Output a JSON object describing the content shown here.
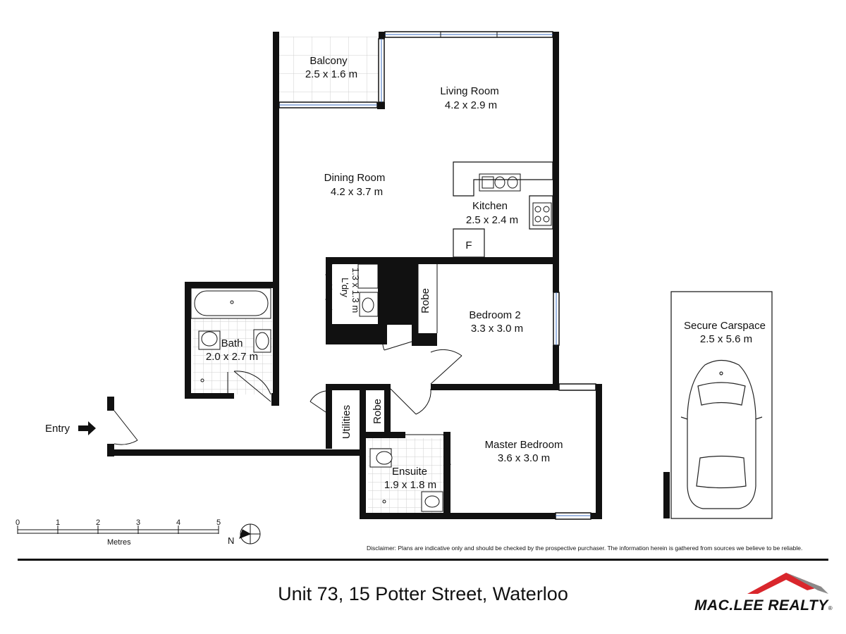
{
  "rooms": {
    "balcony": {
      "name": "Balcony",
      "size": "2.5 x 1.6 m"
    },
    "living": {
      "name": "Living Room",
      "size": "4.2 x 2.9 m"
    },
    "dining": {
      "name": "Dining Room",
      "size": "4.2 x 3.7 m"
    },
    "kitchen": {
      "name": "Kitchen",
      "size": "2.5 x 2.4 m",
      "fridge": "F"
    },
    "laundry": {
      "name": "L'dry",
      "size": "1.3 x 1.3 m"
    },
    "robe2": {
      "name": "Robe"
    },
    "bedroom2": {
      "name": "Bedroom 2",
      "size": "3.3 x 3.0 m"
    },
    "bath": {
      "name": "Bath",
      "size": "2.0 x 2.7 m"
    },
    "utilities": {
      "name": "Utilities"
    },
    "robe_master": {
      "name": "Robe"
    },
    "master": {
      "name": "Master Bedroom",
      "size": "3.6 x 3.0 m"
    },
    "ensuite": {
      "name": "Ensuite",
      "size": "1.9 x 1.8 m"
    },
    "carspace": {
      "name": "Secure Carspace",
      "size": "2.5 x 5.6 m"
    }
  },
  "entry_label": "Entry",
  "scale": {
    "ticks": [
      "0",
      "1",
      "2",
      "3",
      "4",
      "5"
    ],
    "unit": "Metres"
  },
  "compass": {
    "north": "N"
  },
  "disclaimer": "Disclaimer: Plans are indicative only and should be checked by the prospective purchaser. The information herein is gathered from sources we believe to be reliable.",
  "address": "Unit 73, 15 Potter Street, Waterloo",
  "brand": {
    "name": "MAC.LEE REALTY",
    "registered": "®",
    "accent": "#d9262c",
    "accent_dark": "#6b6b6b"
  }
}
